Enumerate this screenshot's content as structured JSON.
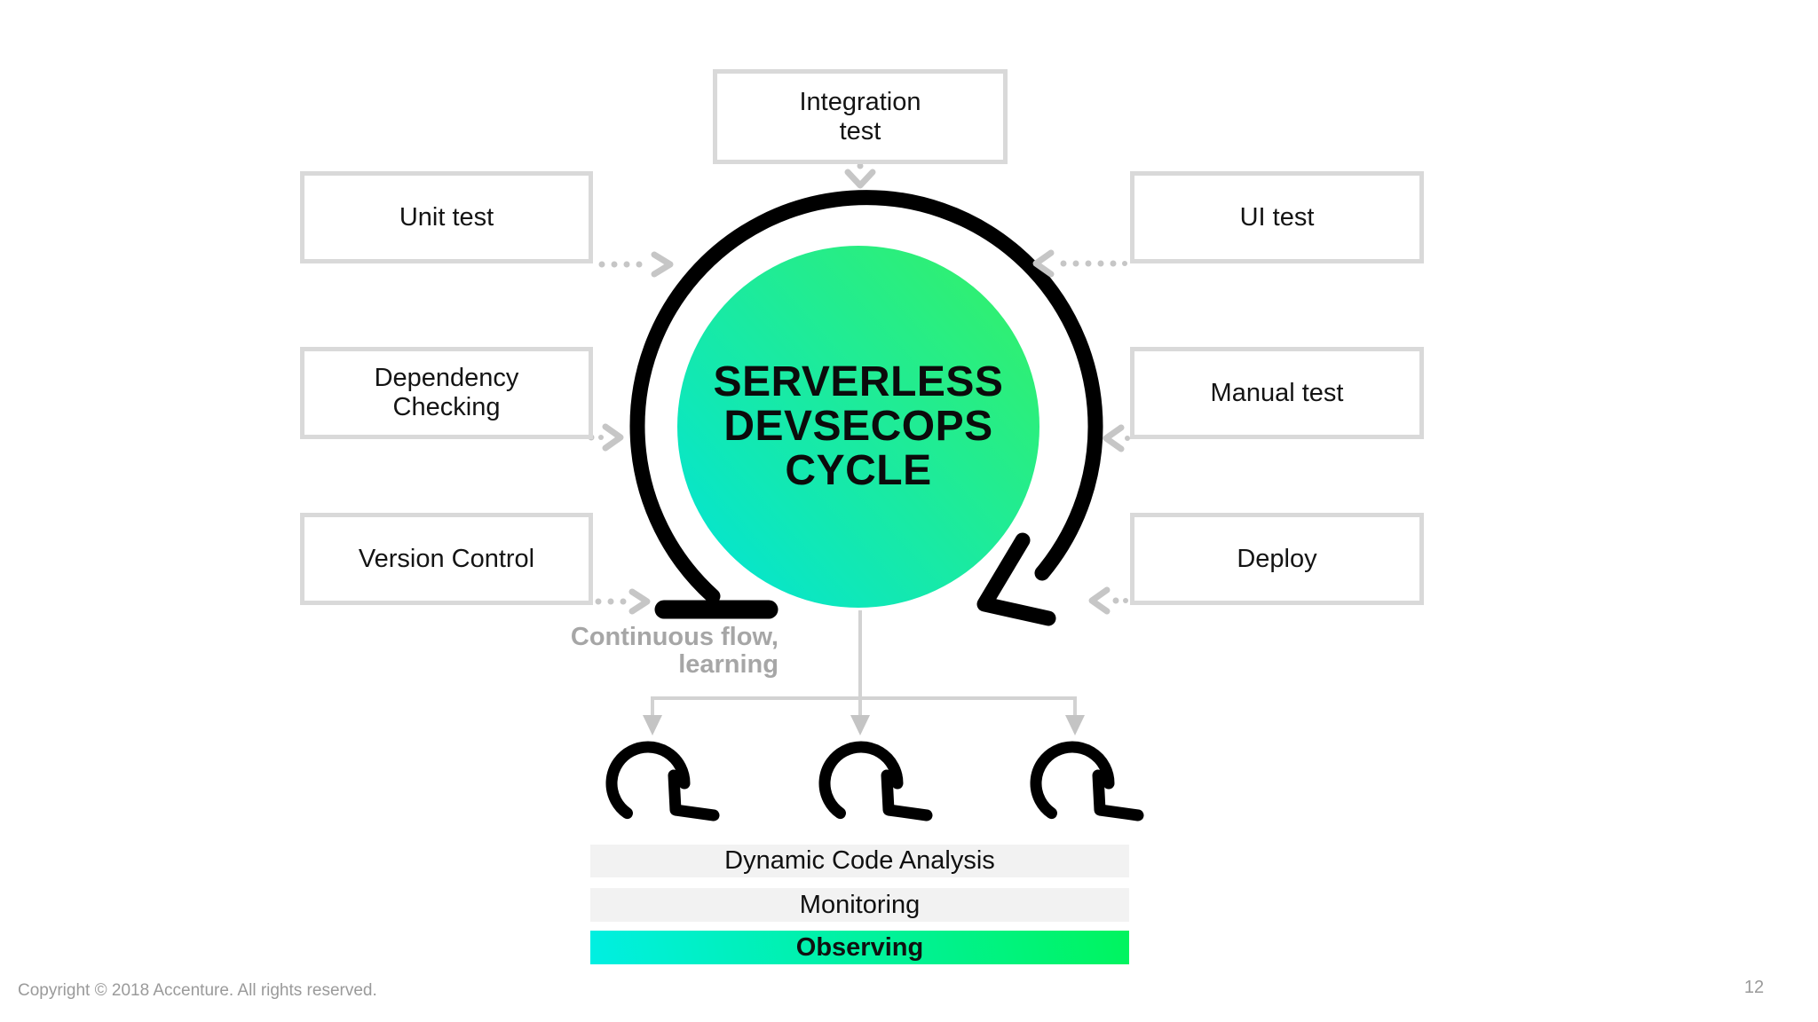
{
  "page": {
    "footer": "Copyright © 2018 Accenture. All rights reserved.",
    "page_number": "12"
  },
  "diagram": {
    "cycle_title_lines": [
      "SERVERLESS",
      "DEVSECOPS",
      "CYCLE"
    ],
    "top_box": "Integration test",
    "left_boxes": [
      "Unit test",
      "Dependency Checking",
      "Version Control"
    ],
    "right_boxes": [
      "UI test",
      "Manual test",
      "Deploy"
    ],
    "cycle_note_lines": [
      "Continuous flow,",
      "learning"
    ],
    "output_bars": [
      "Dynamic Code Analysis",
      "Monitoring",
      "Observing"
    ],
    "icons": {
      "cycle_arrow": "clockwise-open-circle-arrow",
      "loop_arrow": "clockwise-loop-arrow",
      "dotted_arrow_right": "dotted-arrow-right",
      "dotted_arrow_left": "dotted-arrow-left",
      "dotted_arrow_down": "dotted-arrow-down",
      "branch_connector": "three-way-branch-down-arrows"
    }
  },
  "colors": {
    "gradient_start": "#00E4D9",
    "gradient_end": "#37F163",
    "bar_gradient_start": "#00EFE2",
    "bar_gradient_end": "#00F45E",
    "box_border": "#D9D9D9",
    "bar_bg": "#F2F2F2",
    "arrow_gray": "#C6C6C6",
    "connector_gray": "#D2D2D2",
    "connector_head": "#C4C4C4",
    "note_gray": "#A6A6A6",
    "footer_gray": "#9A9A9A"
  }
}
